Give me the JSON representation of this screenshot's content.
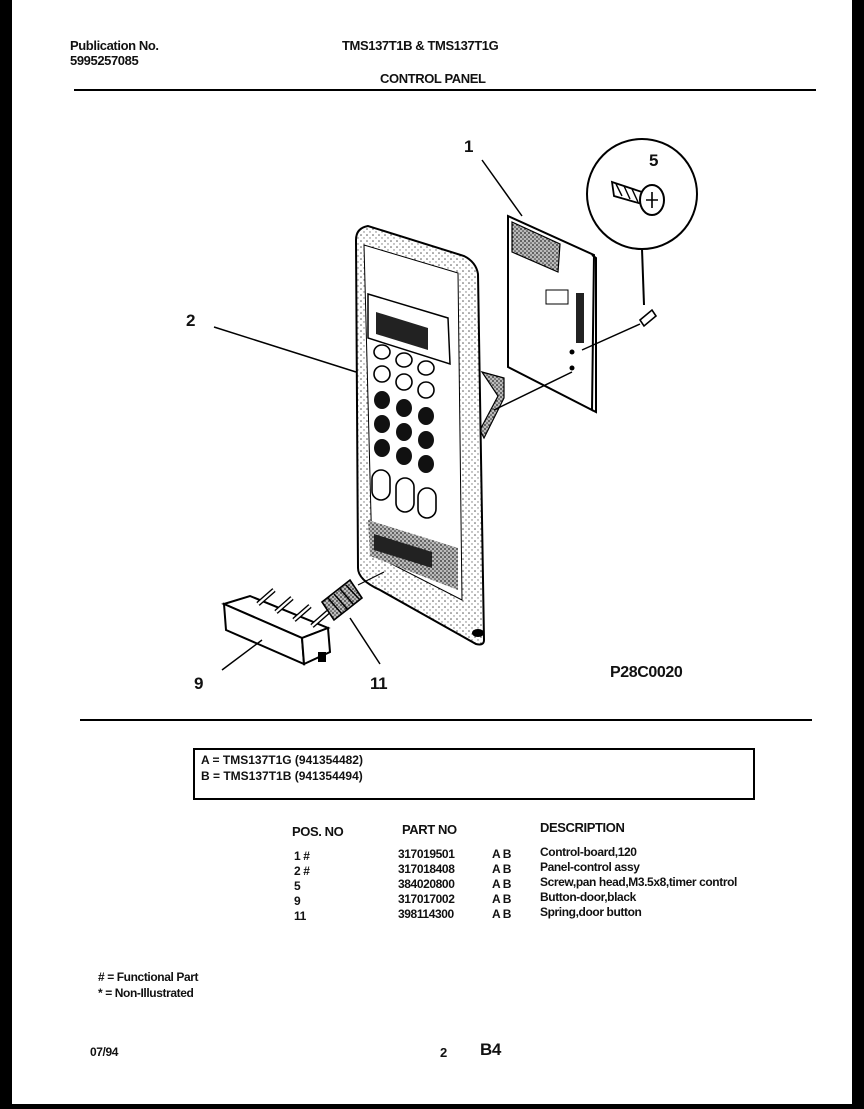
{
  "header": {
    "publication_label": "Publication No.",
    "publication_number": "5995257085",
    "models": "TMS137T1B & TMS137T1G",
    "section": "CONTROL PANEL"
  },
  "figure": {
    "callouts": [
      "1",
      "2",
      "5",
      "9",
      "11"
    ],
    "figure_code": "P28C0020"
  },
  "model_key": [
    {
      "letter": "A",
      "text": "A  =  TMS137T1G (941354482)"
    },
    {
      "letter": "B",
      "text": "B  =  TMS137T1B (941354494)"
    }
  ],
  "parts_table": {
    "headers": {
      "pos": "POS. NO",
      "part": "PART NO",
      "desc": "DESCRIPTION"
    },
    "rows": [
      {
        "pos": "1  #",
        "part": "317019501",
        "models": "A  B",
        "desc": "Control-board,120"
      },
      {
        "pos": "2  #",
        "part": "317018408",
        "models": "A  B",
        "desc": "Panel-control assy"
      },
      {
        "pos": "5",
        "part": "384020800",
        "models": "A  B",
        "desc": "Screw,pan head,M3.5x8,timer control"
      },
      {
        "pos": "9",
        "part": "317017002",
        "models": "A  B",
        "desc": "Button-door,black"
      },
      {
        "pos": "11",
        "part": "398114300",
        "models": "A  B",
        "desc": "Spring,door button"
      }
    ]
  },
  "legend": {
    "functional": "# = Functional Part",
    "non_illustrated": "* = Non-Illustrated"
  },
  "footer": {
    "date": "07/94",
    "page": "2",
    "code": "B4"
  },
  "colors": {
    "ink": "#111111",
    "paper": "#ffffff",
    "background": "#000000"
  }
}
